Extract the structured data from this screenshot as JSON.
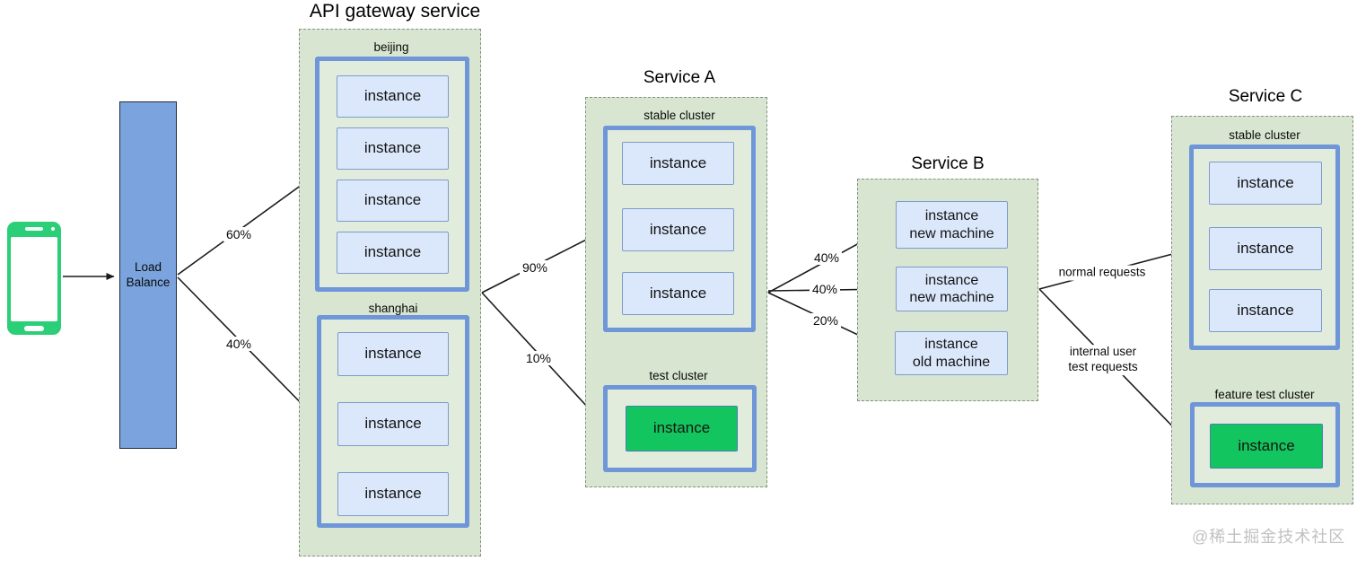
{
  "client": {
    "icon": "smartphone-icon"
  },
  "load_balancer": {
    "label": "Load Balance"
  },
  "api_gateway": {
    "title": "API gateway service",
    "clusters": [
      {
        "name": "beijing",
        "instances": [
          "instance",
          "instance",
          "instance",
          "instance"
        ]
      },
      {
        "name": "shanghai",
        "instances": [
          "instance",
          "instance",
          "instance"
        ]
      }
    ]
  },
  "service_a": {
    "title": "Service A",
    "clusters": [
      {
        "name": "stable cluster",
        "instances": [
          "instance",
          "instance",
          "instance"
        ]
      },
      {
        "name": "test cluster",
        "instances": [
          "instance"
        ]
      }
    ]
  },
  "service_b": {
    "title": "Service B",
    "instances": [
      {
        "line1": "instance",
        "line2": "new machine"
      },
      {
        "line1": "instance",
        "line2": "new machine"
      },
      {
        "line1": "instance",
        "line2": "old machine"
      }
    ]
  },
  "service_c": {
    "title": "Service C",
    "clusters": [
      {
        "name": "stable cluster",
        "instances": [
          "instance",
          "instance",
          "instance"
        ]
      },
      {
        "name": "feature test cluster",
        "instances": [
          "instance"
        ]
      }
    ]
  },
  "edges": {
    "lb_to_beijing": "60%",
    "lb_to_shanghai": "40%",
    "gateway_to_stable": "90%",
    "gateway_to_test": "10%",
    "a_to_b_top": "40%",
    "a_to_b_mid": "40%",
    "a_to_b_bottom": "20%",
    "b_to_c_stable": "normal requests",
    "b_to_c_test": [
      "internal user",
      "test requests"
    ]
  },
  "watermark": {
    "text": "@稀土掘金技术社区"
  },
  "colors": {
    "container_fill": "#d8e6d1",
    "cluster_border": "#6e96d8",
    "cluster_fill": "#e2ecdc",
    "instance_fill": "#dbe8fb",
    "instance_border": "#7d9bc8",
    "test_instance_fill": "#13c55e",
    "load_balancer_fill": "#7ba3de",
    "phone_green": "#2bcf77",
    "arrow": "#1a1a1a",
    "watermark_gray": "#c1c1c1"
  }
}
